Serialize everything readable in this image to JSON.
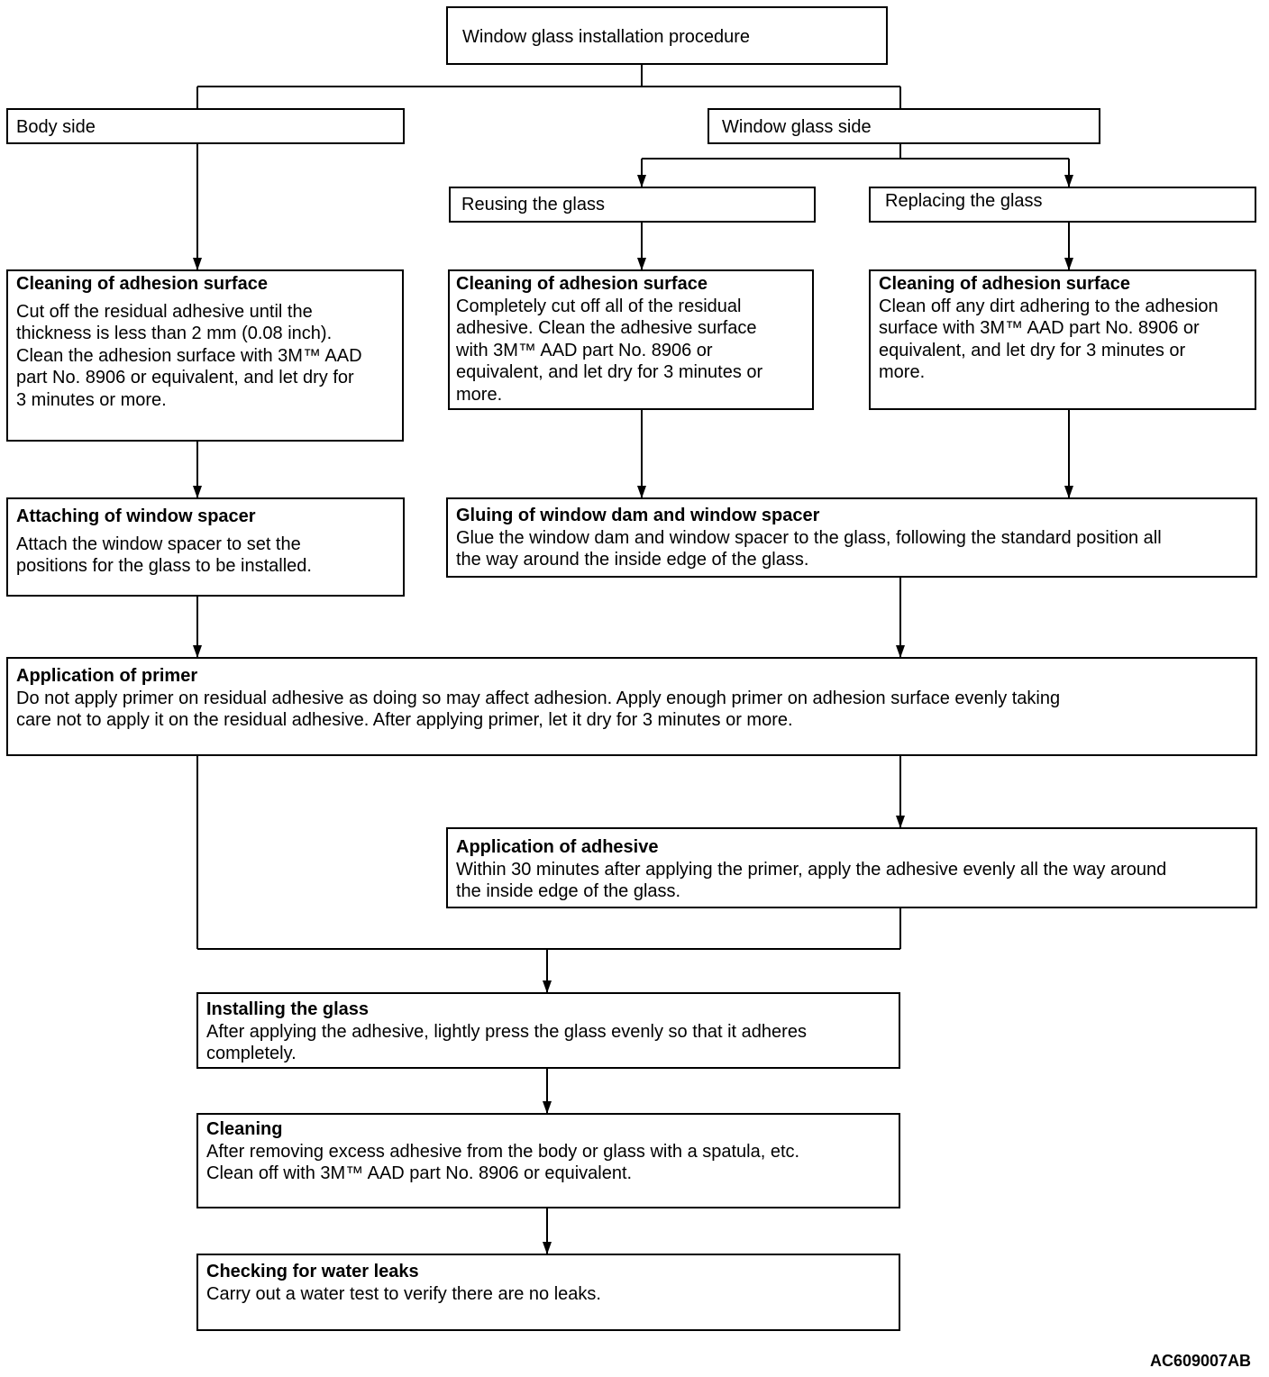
{
  "procedure_title": "Window glass installation procedure",
  "branches": {
    "body_side": "Body side",
    "window_glass_side": "Window glass side",
    "reusing": "Reusing the glass",
    "replacing": "Replacing  the glass"
  },
  "steps": {
    "body_cleaning": {
      "title": "Cleaning of adhesion surface",
      "lines": [
        "Cut off the residual adhesive until the",
        "thickness is less than 2 mm (0.08 inch).",
        "Clean the adhesion surface with 3M™ AAD",
        "part No. 8906 or equivalent, and let dry for",
        "3 minutes or more."
      ]
    },
    "reuse_cleaning": {
      "title": "Cleaning of adhesion surface",
      "lines": [
        "Completely cut off all of the residual",
        "adhesive. Clean the adhesive surface",
        "with 3M™ AAD part No. 8906 or",
        "equivalent, and let dry for 3 minutes or",
        "more."
      ]
    },
    "replace_cleaning": {
      "title": "Cleaning of adhesion surface",
      "lines": [
        "Clean off any dirt adhering to the adhesion",
        "surface with 3M™ AAD part No. 8906 or",
        "equivalent, and let dry for 3 minutes or",
        "more."
      ]
    },
    "spacer": {
      "title": "Attaching of window spacer",
      "lines": [
        "Attach the window spacer to set the",
        "positions for the glass to be installed."
      ]
    },
    "gluing": {
      "title": "Gluing of window dam and window spacer",
      "lines": [
        "Glue the window dam and window spacer to the glass, following the standard position all",
        "the way around the inside edge of the glass."
      ]
    },
    "primer": {
      "title": "Application of primer",
      "lines": [
        "Do not apply primer on residual adhesive as doing so may affect adhesion. Apply enough primer on adhesion surface evenly taking",
        "care not to apply it on the residual adhesive. After applying primer, let it dry for 3 minutes or more."
      ]
    },
    "adhesive": {
      "title": "Application of adhesive",
      "lines": [
        "Within 30 minutes after applying the primer, apply the adhesive evenly all the way around",
        "the inside edge of the glass."
      ]
    },
    "install": {
      "title": "Installing the glass",
      "lines": [
        "After applying the adhesive, lightly  press the glass evenly so that it adheres",
        "completely."
      ]
    },
    "cleaning": {
      "title": "Cleaning",
      "lines": [
        "After removing excess adhesive from the body or glass with a spatula, etc.",
        "Clean off  with 3M™ AAD part No. 8906 or equivalent."
      ]
    },
    "leak_check": {
      "title": "Checking for water  leaks",
      "lines": [
        "Carry out a water test to verify there are no leaks."
      ]
    }
  },
  "figure_code": "AC609007AB"
}
